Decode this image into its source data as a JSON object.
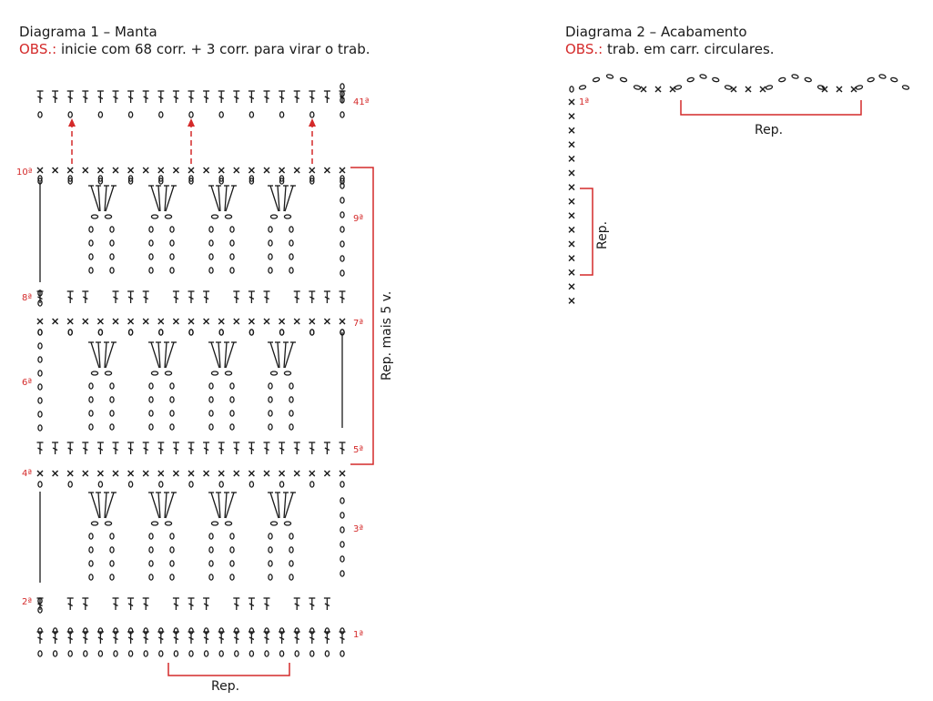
{
  "diagram1": {
    "title": "Diagrama 1 – Manta",
    "obs_label": "OBS.:",
    "obs_text": " inicie com 68 corr. + 3 corr. para virar o trab.",
    "row_labels": [
      "1ª",
      "2ª",
      "3ª",
      "4ª",
      "5ª",
      "6ª",
      "7ª",
      "8ª",
      "9ª",
      "10ª",
      "41ª"
    ],
    "rep_bottom": "Rep.",
    "rep_side": "Rep. mais 5 v."
  },
  "diagram2": {
    "title": "Diagrama 2 – Acabamento",
    "obs_label": "OBS.:",
    "obs_text": " trab. em carr. circulares.",
    "row_label": "1ª",
    "rep_top": "Rep.",
    "rep_side": "Rep."
  },
  "colors": {
    "text": "#1a1a1a",
    "accent": "#d42a2a"
  }
}
